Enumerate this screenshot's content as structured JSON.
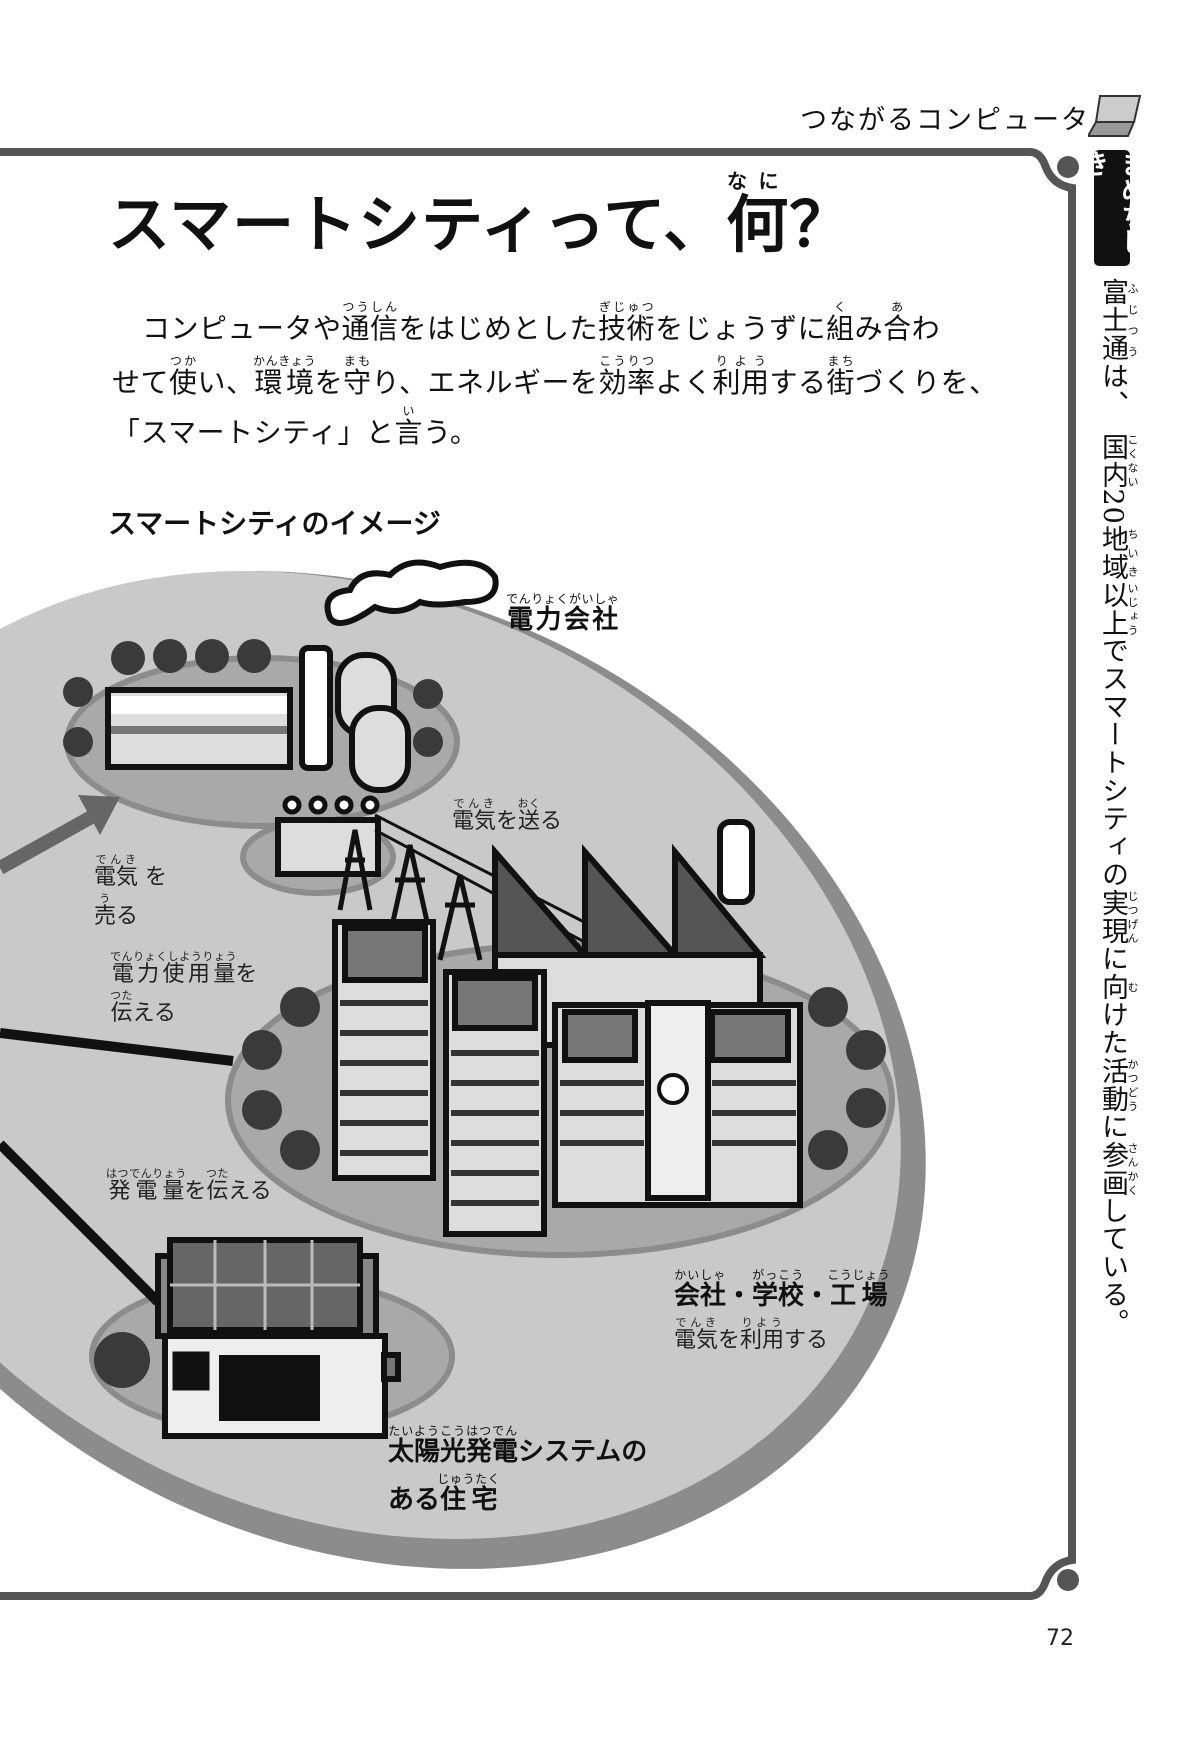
{
  "header": {
    "section_title": "つながるコンピュータ",
    "icon": "laptop-icon"
  },
  "title": [
    [
      "スマートシティって、",
      ""
    ],
    [
      "何",
      "なに"
    ],
    [
      "？",
      ""
    ]
  ],
  "intro": {
    "line1": [
      [
        "コンピュータや",
        ""
      ],
      [
        "通信",
        "つうしん"
      ],
      [
        "をはじめとした",
        ""
      ],
      [
        "技術",
        "ぎじゅつ"
      ],
      [
        "をじょうずに",
        ""
      ],
      [
        "組",
        "く"
      ],
      [
        "み",
        ""
      ],
      [
        "合",
        "あ"
      ],
      [
        "わ",
        ""
      ]
    ],
    "line2": [
      [
        "せて",
        ""
      ],
      [
        "使",
        "つか"
      ],
      [
        "い、",
        ""
      ],
      [
        "環境",
        "かんきょう"
      ],
      [
        "を",
        ""
      ],
      [
        "守",
        "まも"
      ],
      [
        "り、エネルギーを",
        ""
      ],
      [
        "効率",
        "こうりつ"
      ],
      [
        "よく",
        ""
      ],
      [
        "利用",
        "りよう"
      ],
      [
        "する",
        ""
      ],
      [
        "街",
        "まち"
      ],
      [
        "づくりを、",
        ""
      ]
    ],
    "line3": [
      [
        "「スマートシティ」と",
        ""
      ],
      [
        "言",
        "い"
      ],
      [
        "う。",
        ""
      ]
    ]
  },
  "subtitle": "スマートシティのイメージ",
  "illustration": {
    "labels": {
      "power_company": [
        [
          "電力会社",
          "でんりょくがいしゃ"
        ]
      ],
      "send_power": [
        [
          "電気",
          "でんき"
        ],
        [
          "を",
          ""
        ],
        [
          "送",
          "おく"
        ],
        [
          "る",
          ""
        ]
      ],
      "sell_power_1": [
        [
          "電気",
          "でんき"
        ],
        [
          " を",
          ""
        ]
      ],
      "sell_power_2": [
        [
          "売",
          "う"
        ],
        [
          "る",
          ""
        ]
      ],
      "usage_1": [
        [
          "電力使用量",
          "でんりょくしようりょう"
        ],
        [
          "を",
          ""
        ]
      ],
      "usage_2": [
        [
          "伝",
          "つた"
        ],
        [
          "える",
          ""
        ]
      ],
      "generation": [
        [
          "発電量",
          "はつでんりょう"
        ],
        [
          "を",
          ""
        ],
        [
          "伝",
          "つた"
        ],
        [
          "える",
          ""
        ]
      ],
      "facilities": [
        [
          "会社",
          "かいしゃ"
        ],
        [
          "・",
          ""
        ],
        [
          "学校",
          "がっこう"
        ],
        [
          "・",
          ""
        ],
        [
          "工場",
          "こうじょう"
        ]
      ],
      "use_power": [
        [
          "電気",
          "でんき"
        ],
        [
          "を",
          ""
        ],
        [
          "利用",
          "りよう"
        ],
        [
          "する",
          ""
        ]
      ],
      "house_1": [
        [
          "太陽光発電",
          "たいようこうはつでん"
        ],
        [
          "システムの",
          ""
        ]
      ],
      "house_2": [
        [
          "ある",
          ""
        ],
        [
          "住宅",
          "じゅうたく"
        ]
      ]
    },
    "colors": {
      "ground": "#c9c9c9",
      "rim": "#8c8c8c",
      "island": "#a9a9a9",
      "tree": "#3a3a3a",
      "arrow": "#666666"
    }
  },
  "sidebar": {
    "badge": "まめちしき",
    "text": [
      [
        "富士通",
        "ふじつう"
      ],
      [
        "は、　",
        ""
      ],
      [
        "国内",
        "こくない"
      ],
      [
        "20",
        ""
      ],
      [
        "地域",
        "ちいき"
      ],
      [
        "以上",
        "いじょう"
      ],
      [
        "でスマートシティの",
        ""
      ],
      [
        "実現",
        "じつげん"
      ],
      [
        "に",
        ""
      ],
      [
        "向",
        "む"
      ],
      [
        "けた",
        ""
      ],
      [
        "活動",
        "かつどう"
      ],
      [
        "に",
        ""
      ],
      [
        "参画",
        "さんかく"
      ],
      [
        "している。",
        ""
      ]
    ]
  },
  "page_number": "72"
}
